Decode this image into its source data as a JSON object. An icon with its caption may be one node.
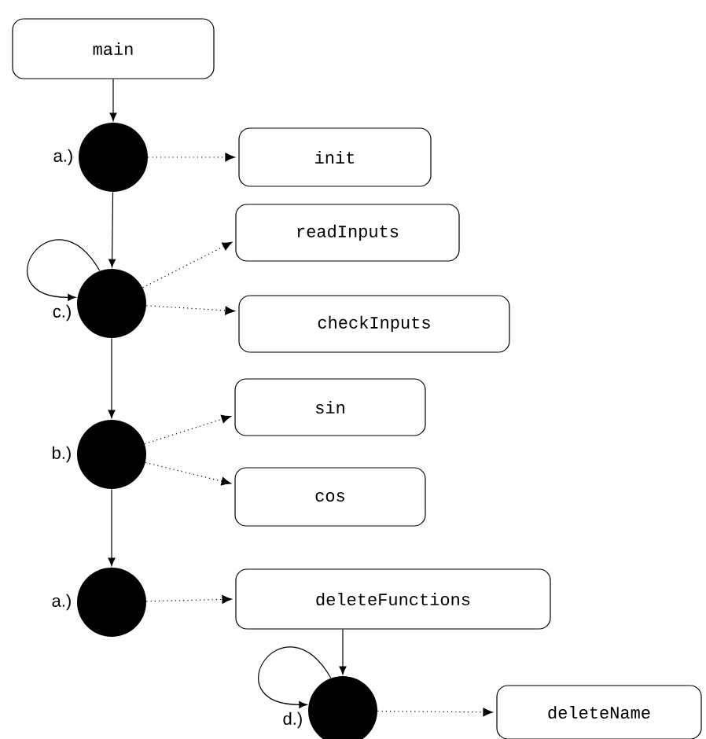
{
  "diagram": {
    "nodes": [
      {
        "text": [
          "main"
        ]
      },
      {
        "text": [],
        "shape": "circle",
        "beside": [
          "a.)"
        ]
      },
      {
        "text": [
          "init"
        ]
      },
      {
        "text": [
          "readInputs"
        ]
      },
      {
        "text": [],
        "shape": "circle",
        "beside": [
          "c.)"
        ]
      },
      {
        "text": [
          "checkInputs"
        ]
      },
      {
        "text": [
          "sin"
        ]
      },
      {
        "text": [],
        "shape": "circle",
        "beside": [
          "b.)"
        ]
      },
      {
        "text": [
          "cos"
        ]
      },
      {
        "text": [],
        "shape": "circle",
        "beside": [
          "a.)"
        ]
      },
      {
        "text": [
          "deleteFunctions"
        ]
      },
      {
        "text": [],
        "shape": "circle",
        "beside": [
          "d.)"
        ]
      },
      {
        "text": [
          "deleteName"
        ]
      }
    ],
    "edges": [
      {
        "from": 0,
        "to": 1,
        "arrow": "to"
      },
      {
        "from": 1,
        "to": 2,
        "arrow": "to",
        "style": "dashed"
      },
      {
        "from": 1,
        "to": 4,
        "arrow": "to"
      },
      {
        "from": 4,
        "to": 4,
        "arrow": "to"
      },
      {
        "from": 4,
        "to": 3,
        "arrow": "to",
        "style": "dashed"
      },
      {
        "from": 4,
        "to": 5,
        "arrow": "to",
        "style": "dashed"
      },
      {
        "from": 4,
        "to": 7,
        "arrow": "to"
      },
      {
        "from": 7,
        "to": 6,
        "arrow": "to",
        "style": "dashed"
      },
      {
        "from": 7,
        "to": 8,
        "arrow": "to",
        "style": "dashed"
      },
      {
        "from": 7,
        "to": 9,
        "arrow": "to"
      },
      {
        "from": 9,
        "to": 10,
        "arrow": "to",
        "style": "dashed"
      },
      {
        "from": 10,
        "to": 11,
        "arrow": "to"
      },
      {
        "from": 11,
        "to": 11,
        "arrow": "to"
      },
      {
        "from": 11,
        "to": 12,
        "arrow": "to",
        "style": "dashed"
      }
    ]
  }
}
